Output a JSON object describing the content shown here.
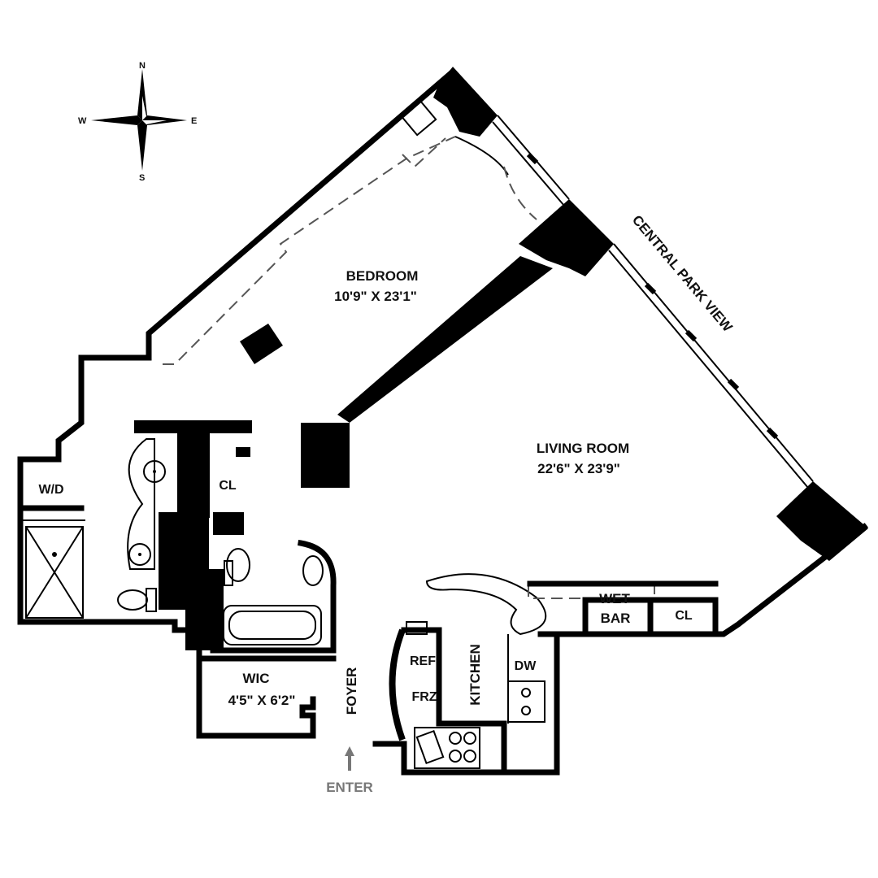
{
  "compass": {
    "north": "N",
    "south": "S",
    "east": "E",
    "west": "W"
  },
  "rooms": {
    "bedroom": {
      "name": "BEDROOM",
      "size": "10'9\" X 23'1\""
    },
    "living_room": {
      "name": "LIVING ROOM",
      "size": "22'6\" X 23'9\""
    },
    "wic": {
      "name": "WIC",
      "size": "4'5\" X 6'2\""
    },
    "kitchen": "KITCHEN",
    "foyer": "FOYER",
    "wd": "W/D",
    "closet_bath": "CL",
    "closet_bar": "CL",
    "wet_bar_line1": "WET",
    "wet_bar_line2": "BAR",
    "ref": "REF",
    "frz": "FRZ",
    "dw": "DW"
  },
  "view_label": "CENTRAL PARK VIEW",
  "entry_label": "ENTER"
}
